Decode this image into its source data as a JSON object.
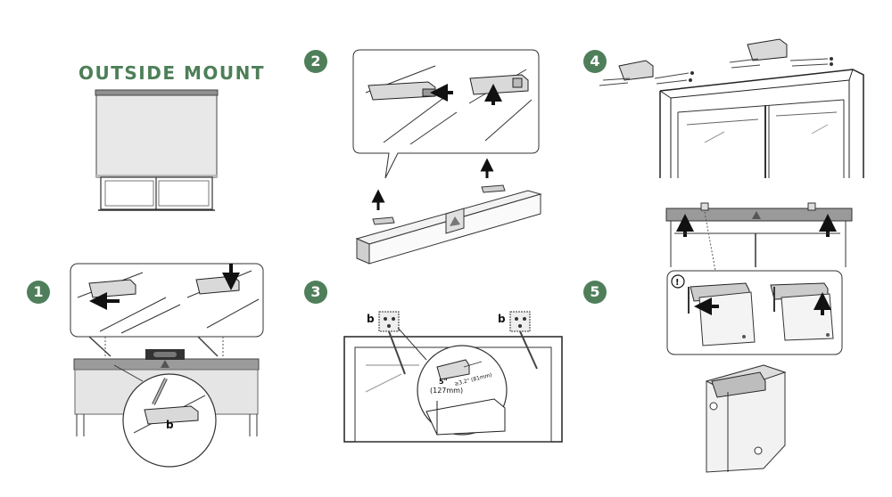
{
  "title": "OUTSIDE MOUNT",
  "steps": [
    "1",
    "2",
    "3",
    "4",
    "5"
  ],
  "step3": {
    "label_b_left": "b",
    "label_b_right": "b",
    "dim_in": "5\"",
    "dim_mm": "(127mm)",
    "dim_side": "≥3.2\" (81mm)"
  },
  "step1": {
    "label_b": "b"
  },
  "step5": {
    "caution_mark": "!"
  },
  "colors": {
    "accent": "#4f7f5a",
    "title": "#4d7f58",
    "line": "#222222",
    "rail": "#9a9a9a",
    "shade": "#e6e6e6"
  }
}
